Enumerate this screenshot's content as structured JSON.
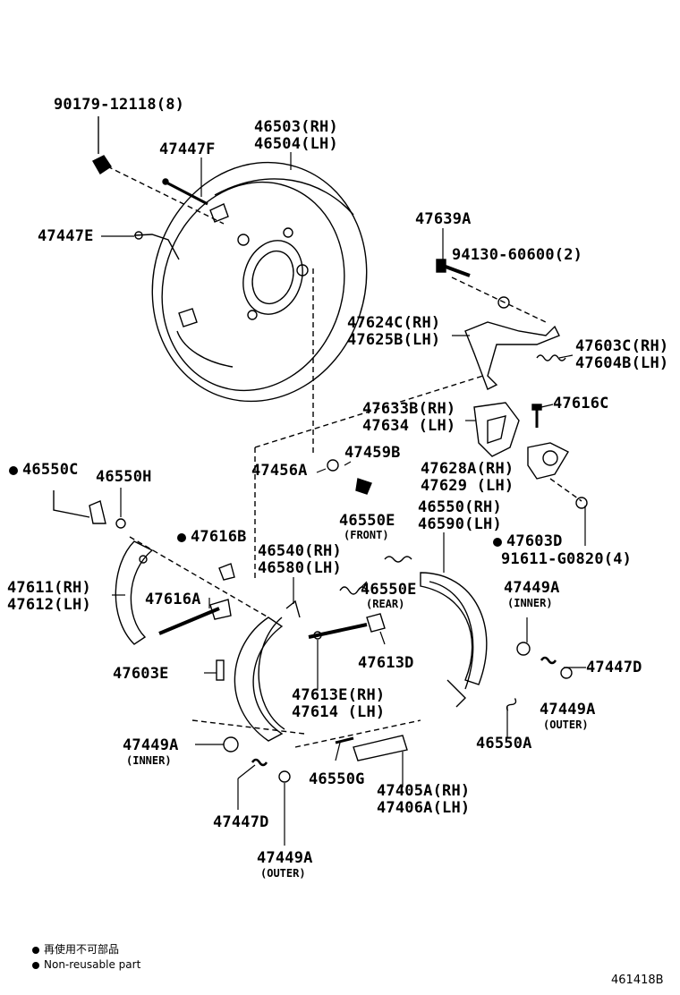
{
  "parts": {
    "p90179": "90179-12118(8)",
    "p47447F": "47447F",
    "p46503": "46503(RH)",
    "p46504": "46504(LH)",
    "p47447E": "47447E",
    "p47639A": "47639A",
    "p94130": "94130-60600(2)",
    "p47624C": "47624C(RH)",
    "p47625B": "47625B(LH)",
    "p47603C": "47603C(RH)",
    "p47604B": "47604B(LH)",
    "p47633B": "47633B(RH)",
    "p47634": "47634 (LH)",
    "p47616C": "47616C",
    "p47459B": "47459B",
    "p47456A": "47456A",
    "p46550C": "46550C",
    "p46550H": "46550H",
    "p47628A": "47628A(RH)",
    "p47629": "47629  (LH)",
    "p46550E_front": "46550E",
    "front_note": "(FRONT)",
    "p46550": "46550(RH)",
    "p46590": "46590(LH)",
    "p47616B": "47616B",
    "p47603D": "47603D",
    "p91611": "91611-G0820(4)",
    "p46540": "46540(RH)",
    "p46580": "46580(LH)",
    "p47611": "47611(RH)",
    "p47612": "47612(LH)",
    "p47616A": "47616A",
    "p46550E_rear": "46550E",
    "rear_note": "(REAR)",
    "p47449A_inner_r": "47449A",
    "inner_note_r": "(INNER)",
    "p47613D": "47613D",
    "p47447D_r": "47447D",
    "p47603E": "47603E",
    "p47613E": "47613E(RH)",
    "p47614": "47614  (LH)",
    "p47449A_outer_r": "47449A",
    "outer_note_r": "(OUTER)",
    "p46550A": "46550A",
    "p47449A_inner_l": "47449A",
    "inner_note_l": "(INNER)",
    "p46550G": "46550G",
    "p47405A": "47405A(RH)",
    "p47406A": "47406A(LH)",
    "p47447D_l": "47447D",
    "p47449A_outer_l": "47449A",
    "outer_note_l": "(OUTER)"
  },
  "legend": {
    "line1": "再使用不可部品",
    "line2": "Non-reusable part"
  },
  "figure_number": "461418B"
}
